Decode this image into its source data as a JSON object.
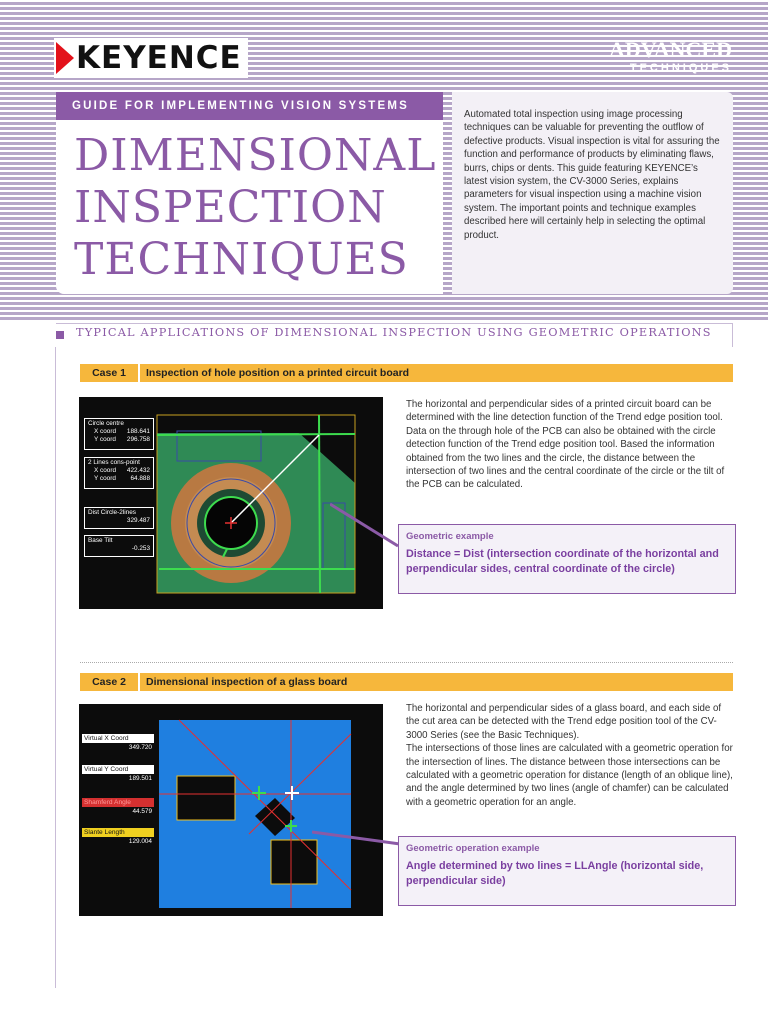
{
  "header": {
    "brand": "KEYENCE",
    "series_line1": "ADVANCED",
    "series_line2": "TECHNIQUES"
  },
  "title_block": {
    "guide_label": "GUIDE FOR IMPLEMENTING VISION SYSTEMS",
    "title_line1": "DIMENSIONAL",
    "title_line2": "INSPECTION",
    "title_line3": "TECHNIQUES"
  },
  "intro": {
    "text": "Automated total inspection using image processing techniques can be valuable for preventing the outflow of defective products. Visual inspection is vital for assuring the function and performance of products by eliminating  flaws, burrs, chips or dents. This guide featuring KEYENCE’s latest vision system, the CV-3000 Series, explains parameters for visual inspection using a machine vision system. The important points and technique examples described here will certainly help in selecting the optimal product."
  },
  "section": {
    "title": "TYPICAL APPLICATIONS OF DIMENSIONAL INSPECTION USING GEOMETRIC OPERATIONS"
  },
  "case1": {
    "number": "Case 1",
    "title": "Inspection of hole position on a printed circuit board",
    "body": "The horizontal and perpendicular sides of a printed circuit board can be determined with the line detection function of the Trend edge position tool. Data on the through hole of the PCB can also be obtained with the circle detection function of the Trend edge position tool. Based the information obtained from the two lines and the circle, the distance between the intersection of two lines and the central coordinate of the circle or the tilt of the PCB can be calculated.",
    "example_label": "Geometric example",
    "example_equation": "Distance = Dist (intersection coordinate of the horizontal and perpendicular sides, central coordinate of the circle)",
    "overlay": {
      "circle_title": "Circle centre",
      "circle_x_label": "X coord",
      "circle_x_value": "188.641",
      "circle_y_label": "Y coord",
      "circle_y_value": "296.758",
      "lines_title": "2 Lines cons-point",
      "lines_x_label": "X coord",
      "lines_x_value": "422.432",
      "lines_y_label": "Y coord",
      "lines_y_value": "64.888",
      "dist_title": "Dist Circle-2lines",
      "dist_value": "329.487",
      "tilt_title": "Base Tilt",
      "tilt_value": "-0.253"
    }
  },
  "case2": {
    "number": "Case 2",
    "title": "Dimensional inspection of a glass board",
    "body": "The horizontal and perpendicular sides of a glass board, and each side of the cut area can be detected with the Trend edge position tool of the CV-3000 Series (see the Basic Techniques).\nThe intersections of those lines are calculated with a geometric operation for the intersection of lines. The distance between those intersections can be calculated with a geometric operation for distance (length of an oblique line), and the angle determined by two lines (angle of chamfer) can be calculated with a geometric operation for an angle.",
    "example_label": "Geometric operation example",
    "example_equation": "Angle determined by two lines = LLAngle (horizontal side, perpendicular side)",
    "overlay": {
      "vx_title": "Virtual X Coord",
      "vx_value": "349.720",
      "vy_title": "Virtual Y Coord",
      "vy_value": "189.501",
      "angle_title": "Shamferd Angle",
      "angle_value": "44.579",
      "slant_title": "Slante Length",
      "slant_value": "129.004"
    }
  },
  "colors": {
    "accent_purple": "#8b5aa6",
    "case_bar_orange": "#f6b73c",
    "brand_red": "#e3121b"
  }
}
